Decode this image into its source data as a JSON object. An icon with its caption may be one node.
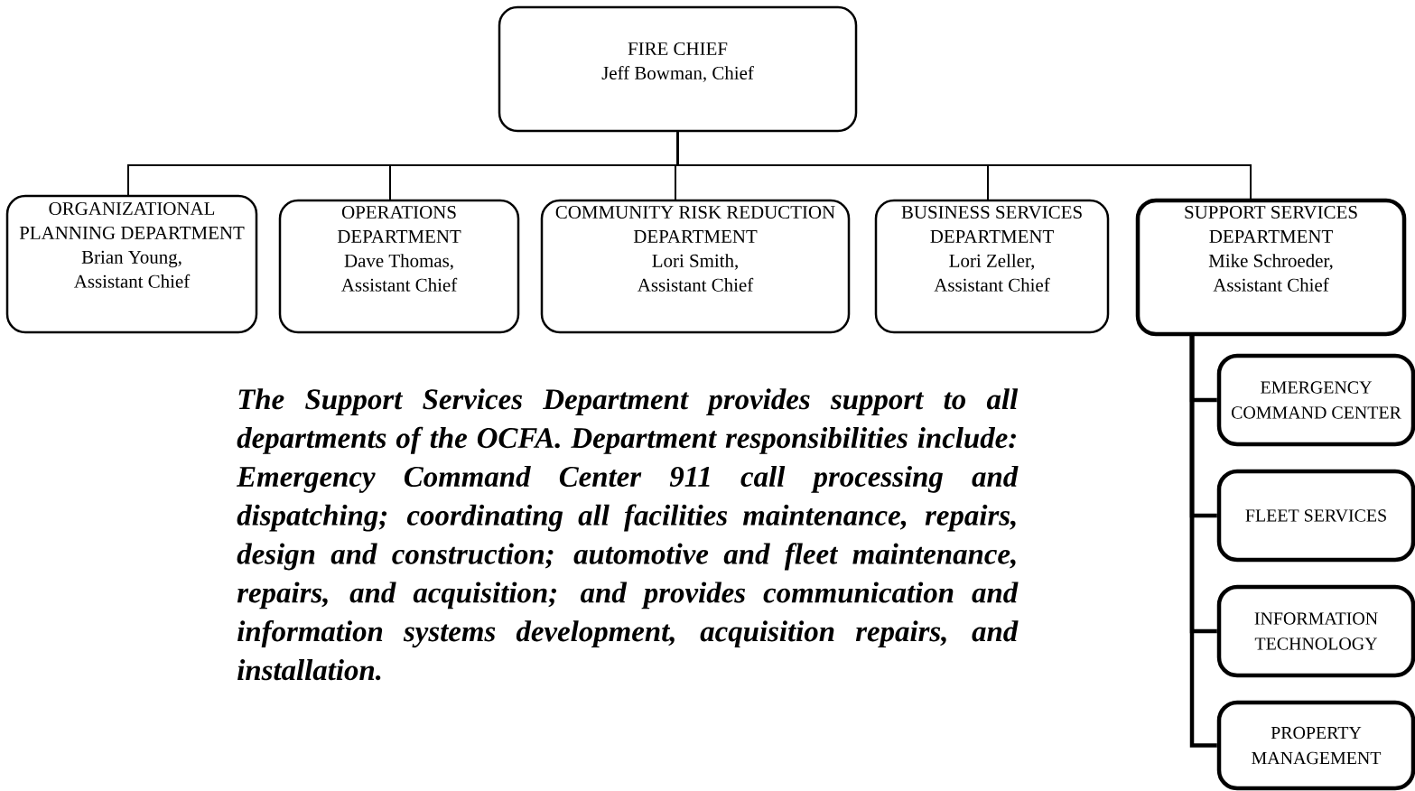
{
  "diagram": {
    "nodes": [
      {
        "text": [
          "FIRE CHIEF",
          "Jeff Bowman, Chief"
        ]
      },
      {
        "text": [
          "ORGANIZATIONAL PLANNING DEPARTMENT",
          "Brian Young, Assistant Chief"
        ]
      },
      {
        "text": [
          "OPERATIONS DEPARTMENT",
          "Dave Thomas, Assistant Chief"
        ]
      },
      {
        "text": [
          "COMMUNITY RISK REDUCTION DEPARTMENT",
          "Lori Smith, Assistant Chief"
        ]
      },
      {
        "text": [
          "BUSINESS SERVICES DEPARTMENT",
          "Lori Zeller, Assistant Chief"
        ]
      },
      {
        "text": [
          "SUPPORT SERVICES DEPARTMENT",
          "Mike Schroeder, Assistant Chief"
        ]
      },
      {
        "text": [
          "EMERGENCY COMMAND CENTER"
        ]
      },
      {
        "text": [
          "FLEET SERVICES"
        ]
      },
      {
        "text": [
          "INFORMATION TECHNOLOGY"
        ]
      },
      {
        "text": [
          "PROPERTY MANAGEMENT"
        ]
      }
    ],
    "edges": [
      {
        "from": 0,
        "to": 1,
        "arrow": "none"
      },
      {
        "from": 0,
        "to": 2,
        "arrow": "none"
      },
      {
        "from": 0,
        "to": 3,
        "arrow": "none"
      },
      {
        "from": 0,
        "to": 4,
        "arrow": "none"
      },
      {
        "from": 0,
        "to": 5,
        "arrow": "none"
      },
      {
        "from": 5,
        "to": 6,
        "arrow": "none",
        "style": "thick"
      },
      {
        "from": 5,
        "to": 7,
        "arrow": "none",
        "style": "thick"
      },
      {
        "from": 5,
        "to": 8,
        "arrow": "none",
        "style": "thick"
      },
      {
        "from": 5,
        "to": 9,
        "arrow": "none",
        "style": "thick"
      }
    ],
    "labels": [
      "The Support Services Department provides support to all departments of the OCFA. Department responsibilities include: Emergency Command Center 911 call processing and dispatching; coordinating all facilities maintenance, repairs, design and construction; automotive and fleet maintenance, repairs, and acquisition; and provides communication and information systems development, acquisition repairs, and installation."
    ]
  }
}
